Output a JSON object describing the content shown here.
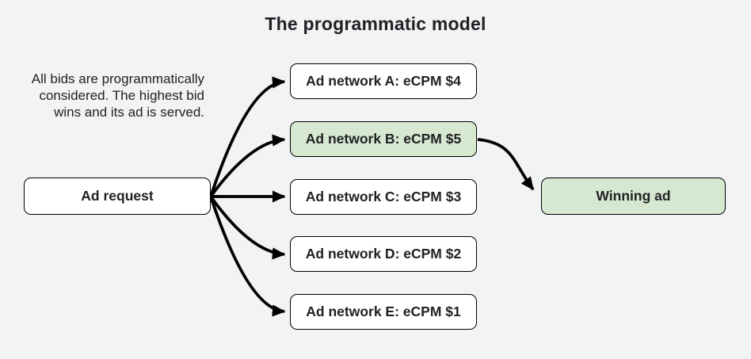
{
  "title": "The programmatic model",
  "description": {
    "lines": [
      "All bids are programmatically",
      "considered. The highest bid",
      "wins and its ad is served."
    ]
  },
  "nodes": {
    "ad_request": {
      "label": "Ad request",
      "highlighted": false
    },
    "networks": [
      {
        "label": "Ad network A: eCPM $4",
        "highlighted": false
      },
      {
        "label": "Ad network B: eCPM $5",
        "highlighted": true
      },
      {
        "label": "Ad network C: eCPM $3",
        "highlighted": false
      },
      {
        "label": "Ad network D: eCPM $2",
        "highlighted": false
      },
      {
        "label": "Ad network E: eCPM $1",
        "highlighted": false
      }
    ],
    "winning_ad": {
      "label": "Winning ad",
      "highlighted": true
    }
  },
  "edges": {
    "from_ad_request": [
      "to network A",
      "to network B",
      "to network C",
      "to network D",
      "to network E"
    ],
    "winner": "network B to winning ad"
  },
  "colors": {
    "background": "#f1f3f4",
    "node_fill": "#ffffff",
    "highlight_fill": "#d7e8d1",
    "border": "#000000",
    "text": "#202124",
    "arrow": "#000000"
  }
}
